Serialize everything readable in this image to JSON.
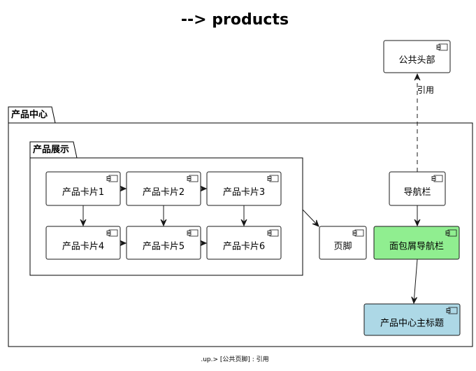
{
  "title": "--> products",
  "packages": {
    "product_center": "产品中心",
    "product_display": "产品展示"
  },
  "components": {
    "card1": "产品卡片1",
    "card2": "产品卡片2",
    "card3": "产品卡片3",
    "card4": "产品卡片4",
    "card5": "产品卡片5",
    "card6": "产品卡片6",
    "footer_comp": "页脚",
    "navbar": "导航栏",
    "breadcrumb": "面包屑导航栏",
    "main_title": "产品中心主标题",
    "public_header": "公共头部"
  },
  "edges": {
    "navbar_to_header": "引用"
  },
  "footnote": ".up.> [公共页脚] : 引用",
  "colors": {
    "default_fill": "#f1f1f1",
    "breadcrumb_fill": "#90ee90",
    "main_title_fill": "#add8e6"
  }
}
